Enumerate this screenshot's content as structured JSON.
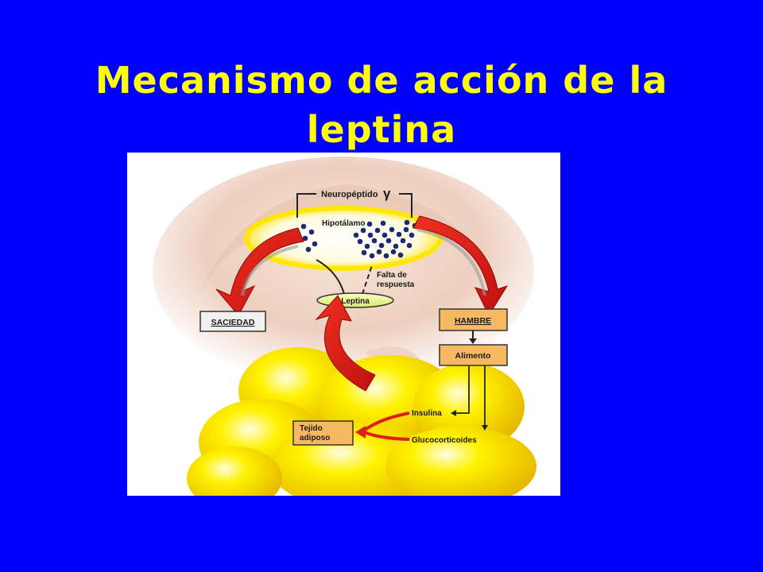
{
  "slide": {
    "title_line1": "Mecanismo de acción de la",
    "title_line2": "leptina",
    "background_color": "#0000ff",
    "title_color": "#ffff00"
  },
  "diagram": {
    "neuropeptide_label": "Neuropéptido",
    "neuropeptide_symbol": "γ",
    "hypothalamus_label": "Hipotálamo",
    "no_response_label_1": "Falta de",
    "no_response_label_2": "respuesta",
    "leptin_label": "Leptina",
    "satiety_label": "SACIEDAD",
    "hunger_label": "HAMBRE",
    "food_label": "Alimento",
    "insulin_label": "Insulina",
    "glucocorticoids_label": "Glucocorticoides",
    "adipose_label_1": "Tejido",
    "adipose_label_2": "adiposo",
    "colors": {
      "arrow_red": "#e02015",
      "box_orange": "#f6b860",
      "fat_yellow": "#ffe600",
      "dots_navy": "#1a2a7a",
      "brain_pink": "#e8c8b8"
    }
  }
}
